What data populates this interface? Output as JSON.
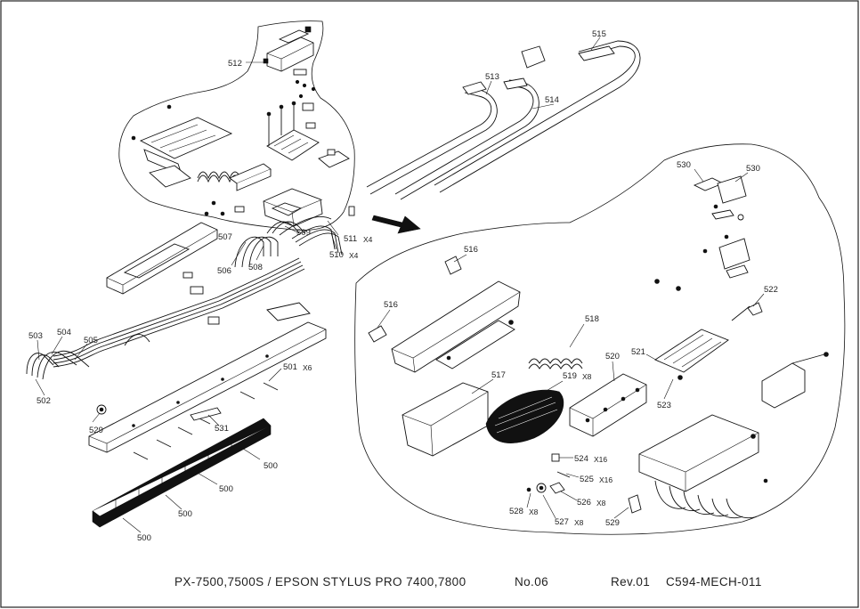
{
  "diagram": {
    "callouts": [
      {
        "id": "512",
        "label": "512",
        "mult": ""
      },
      {
        "id": "513",
        "label": "513",
        "mult": ""
      },
      {
        "id": "514",
        "label": "514",
        "mult": ""
      },
      {
        "id": "515",
        "label": "515",
        "mult": ""
      },
      {
        "id": "507",
        "label": "507",
        "mult": ""
      },
      {
        "id": "509",
        "label": "509",
        "mult": ""
      },
      {
        "id": "511",
        "label": "511",
        "mult": "X4"
      },
      {
        "id": "510",
        "label": "510",
        "mult": "X4"
      },
      {
        "id": "506",
        "label": "506",
        "mult": ""
      },
      {
        "id": "508",
        "label": "508",
        "mult": ""
      },
      {
        "id": "503",
        "label": "503",
        "mult": ""
      },
      {
        "id": "504",
        "label": "504",
        "mult": ""
      },
      {
        "id": "505",
        "label": "505",
        "mult": ""
      },
      {
        "id": "502",
        "label": "502",
        "mult": ""
      },
      {
        "id": "501",
        "label": "501",
        "mult": "X6"
      },
      {
        "id": "529a",
        "label": "529",
        "mult": ""
      },
      {
        "id": "531",
        "label": "531",
        "mult": ""
      },
      {
        "id": "500a",
        "label": "500",
        "mult": ""
      },
      {
        "id": "500b",
        "label": "500",
        "mult": ""
      },
      {
        "id": "500c",
        "label": "500",
        "mult": ""
      },
      {
        "id": "500d",
        "label": "500",
        "mult": ""
      },
      {
        "id": "530a",
        "label": "530",
        "mult": ""
      },
      {
        "id": "530b",
        "label": "530",
        "mult": ""
      },
      {
        "id": "516a",
        "label": "516",
        "mult": ""
      },
      {
        "id": "516b",
        "label": "516",
        "mult": ""
      },
      {
        "id": "522",
        "label": "522",
        "mult": ""
      },
      {
        "id": "518",
        "label": "518",
        "mult": ""
      },
      {
        "id": "521",
        "label": "521",
        "mult": ""
      },
      {
        "id": "520",
        "label": "520",
        "mult": ""
      },
      {
        "id": "517",
        "label": "517",
        "mult": ""
      },
      {
        "id": "519",
        "label": "519",
        "mult": "X8"
      },
      {
        "id": "523",
        "label": "523",
        "mult": ""
      },
      {
        "id": "524",
        "label": "524",
        "mult": "X16"
      },
      {
        "id": "525",
        "label": "525",
        "mult": "X16"
      },
      {
        "id": "526",
        "label": "526",
        "mult": "X8"
      },
      {
        "id": "528",
        "label": "528",
        "mult": "X8"
      },
      {
        "id": "527",
        "label": "527",
        "mult": "X8"
      },
      {
        "id": "529b",
        "label": "529",
        "mult": ""
      }
    ]
  },
  "footer": {
    "model": "PX-7500,7500S / EPSON STYLUS PRO 7400,7800",
    "page": "No.06",
    "revision": "Rev.01",
    "code": "C594-MECH-011"
  }
}
